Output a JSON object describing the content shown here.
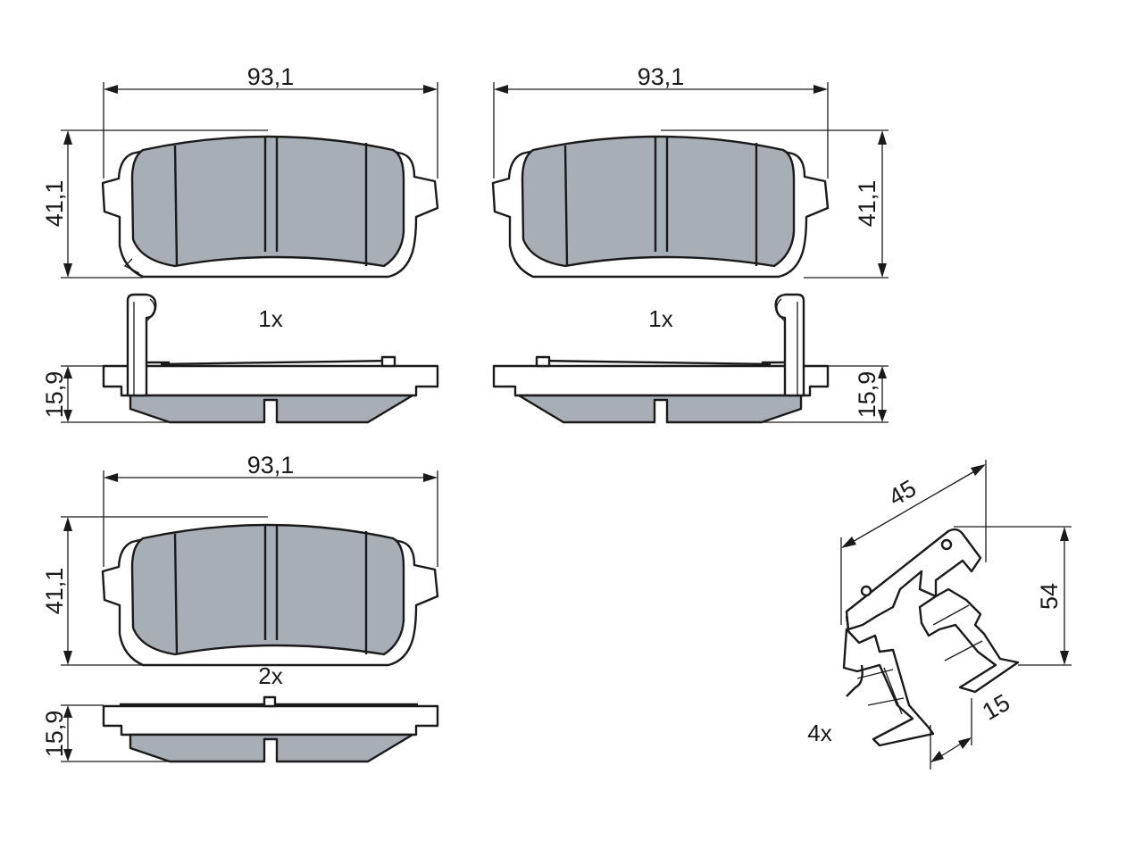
{
  "colors": {
    "friction_material": "#a8aeb6",
    "line": "#1a1a1a",
    "background": "#ffffff"
  },
  "pads": {
    "top_left": {
      "width_label": "93,1",
      "height_label": "41,1",
      "thickness_label": "15,9",
      "qty_label": "1x"
    },
    "top_right": {
      "width_label": "93,1",
      "height_label": "41,1",
      "thickness_label": "15,9",
      "qty_label": "1x"
    },
    "bottom": {
      "width_label": "93,1",
      "height_label": "41,1",
      "thickness_label": "15,9",
      "qty_label": "2x"
    }
  },
  "clip": {
    "length_label": "45",
    "height_label": "54",
    "width_label": "15",
    "qty_label": "4x"
  }
}
